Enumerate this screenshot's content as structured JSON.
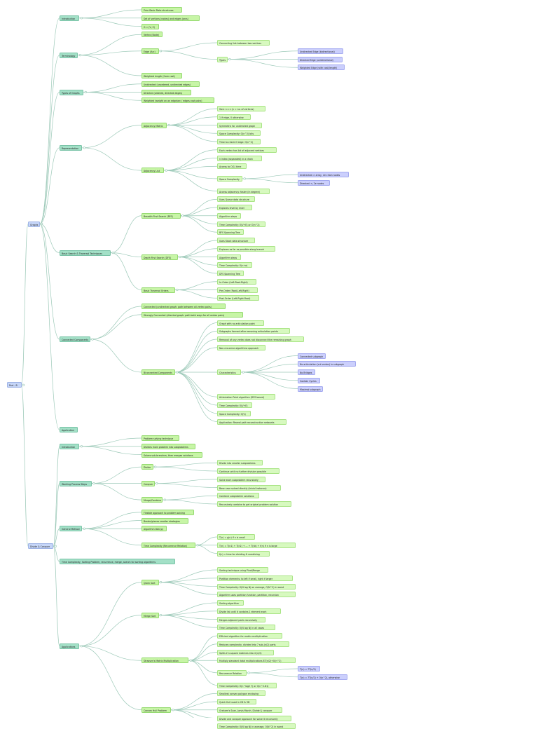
{
  "colors": {
    "edge": "#9cc9b8",
    "root": "#c6d6f8",
    "branch": "#a3e0c7",
    "leaf": "#c7f5a6",
    "deep": "#cbcffc"
  },
  "tree": {
    "label": "Part - B",
    "children": [
      {
        "label": "Graphs",
        "children": [
          {
            "label": "Introduction",
            "children": [
              {
                "label": "Prior Basic Data structures"
              },
              {
                "label": "Set of vertices (nodes) and edges (arcs)"
              },
              {
                "label": "G = (V, E)"
              }
            ]
          },
          {
            "label": "Terminology",
            "children": [
              {
                "label": "Vertex (Node)"
              },
              {
                "label": "Edge (Arc)",
                "children": [
                  {
                    "label": "Connecting link between two vertices"
                  },
                  {
                    "label": "Types",
                    "children": [
                      {
                        "label": "Undirected Edge (bidirectional)"
                      },
                      {
                        "label": "Directed Edge (unidirectional)"
                      },
                      {
                        "label": "Weighted Edge (with cost/length)"
                      }
                    ]
                  }
                ]
              },
              {
                "label": "Weighted length (from cost)"
              }
            ]
          },
          {
            "label": "Types of Graphs",
            "children": [
              {
                "label": "Undirected (unordered, undirected edges)"
              },
              {
                "label": "Directed (ordered, directed edges)"
              },
              {
                "label": "Weighted (weight on an edge/arc / edges cost pairs)"
              }
            ]
          },
          {
            "label": "Representation",
            "children": [
              {
                "label": "Adjacency Matrix",
                "children": [
                  {
                    "label": "Size: n x n (n = no. of vertices)"
                  },
                  {
                    "label": "1 if edge, 0 otherwise"
                  },
                  {
                    "label": "Symmetric for undirected graph"
                  },
                  {
                    "label": "Space Complexity: O(n^2) bits"
                  },
                  {
                    "label": "Time to check if edge: O(n^2)"
                  }
                ]
              },
              {
                "label": "Adjacency List",
                "children": [
                  {
                    "label": "Each vertex has list of adjacent vertices"
                  },
                  {
                    "label": "n index (separated) in a chain"
                  },
                  {
                    "label": "Access to O(1) time"
                  },
                  {
                    "label": "Space Complexity",
                    "children": [
                      {
                        "label": "Undirected: n array, 2e chain nodes"
                      },
                      {
                        "label": "Directed: n, 2e nodes"
                      }
                    ]
                  },
                  {
                    "label": "Access adjacency: faster (in degree)"
                  }
                ]
              }
            ]
          },
          {
            "label": "Basic Search & Traversal Techniques",
            "children": [
              {
                "label": "Breadth First Search (BFS)",
                "children": [
                  {
                    "label": "Uses Queue data structure"
                  },
                  {
                    "label": "Explores level by level"
                  },
                  {
                    "label": "Algorithm steps"
                  },
                  {
                    "label": "Time Complexity: O(V+E) or O(n^2)"
                  },
                  {
                    "label": "BFS Spanning Tree"
                  }
                ]
              },
              {
                "label": "Depth First Search (DFS)",
                "children": [
                  {
                    "label": "Uses Stack data structure"
                  },
                  {
                    "label": "Explores as far as possible along branch"
                  },
                  {
                    "label": "Algorithm steps"
                  },
                  {
                    "label": "Time Complexity: O(n+e)"
                  },
                  {
                    "label": "DFS Spanning Tree"
                  }
                ]
              },
              {
                "label": "Basic Traversal Orders",
                "children": [
                  {
                    "label": "In-Order (Left-Root-Right)"
                  },
                  {
                    "label": "Pre-Order (Root-Left-Right)"
                  },
                  {
                    "label": "Post-Order (Left-Right-Root)"
                  }
                ]
              }
            ]
          },
          {
            "label": "Connected Components",
            "children": [
              {
                "label": "Connected (undirected graph: path between all vertex pairs)"
              },
              {
                "label": "Strongly Connected (directed graph: path both ways for all vertex pairs)"
              },
              {
                "label": "Biconnected Components",
                "children": [
                  {
                    "label": "Graph with no articulation point"
                  },
                  {
                    "label": "Subgraphs formed after removing articulation points"
                  },
                  {
                    "label": "Removal of any vertex does not disconnect the remaining graph"
                  },
                  {
                    "label": "Non-recursive algorithms approach"
                  },
                  {
                    "label": "Characteristics",
                    "children": [
                      {
                        "label": "Connected subgraph"
                      },
                      {
                        "label": "No articulation (cut vertex) in subgraph"
                      },
                      {
                        "label": "No Bridges"
                      },
                      {
                        "label": "Contain Cycles"
                      },
                      {
                        "label": "Maximal subgraph"
                      }
                    ]
                  },
                  {
                    "label": "Articulation Point algorithm (DFS based)"
                  },
                  {
                    "label": "Time Complexity: O(V+E)"
                  },
                  {
                    "label": "Space Complexity: O(V)"
                  },
                  {
                    "label": "Application: Reveal path reconstruction networks"
                  }
                ]
              }
            ]
          },
          {
            "label": "Application"
          }
        ]
      },
      {
        "label": "Divide & Conquer",
        "children": [
          {
            "label": "Introduction",
            "children": [
              {
                "label": "Problem solving technique"
              },
              {
                "label": "Divides main problem into subproblems"
              },
              {
                "label": "Solves sub-branches, then merges solutions"
              }
            ]
          },
          {
            "label": "Working Process Steps",
            "children": [
              {
                "label": "Divide",
                "children": [
                  {
                    "label": "Divide into smaller subproblems"
                  },
                  {
                    "label": "Continue until no further division possible"
                  }
                ]
              },
              {
                "label": "Conquer",
                "children": [
                  {
                    "label": "Solve each subproblem recursively"
                  },
                  {
                    "label": "Base case solved directly (trivial instance)"
                  }
                ]
              },
              {
                "label": "Merge/Combine",
                "children": [
                  {
                    "label": "Combine subproblem solutions"
                  },
                  {
                    "label": "Recursively combine to get original problem solution"
                  }
                ]
              }
            ]
          },
          {
            "label": "General Method",
            "children": [
              {
                "label": "Flexible approach to problem solving"
              },
              {
                "label": "Breaks/pieces smaller strategies"
              },
              {
                "label": "Algorithm DAC(p)"
              },
              {
                "label": "Time Complexity (Recurrence Relation)",
                "children": [
                  {
                    "label": "T(n) = g(n) if n is small"
                  },
                  {
                    "label": "T(n) = T(n1) + T(n2) + ... + T(nk) + f(n) if n is large"
                  },
                  {
                    "label": "f(n) = time for dividing & combining"
                  }
                ]
              }
            ]
          },
          {
            "label": "Time Complexity, Sorting Problem, recurrence, merge, search for sorting algorithms"
          },
          {
            "label": "Applications",
            "children": [
              {
                "label": "Quick Sort",
                "children": [
                  {
                    "label": "Sorting technique using Pivot/Range"
                  },
                  {
                    "label": "Partition elements: to left if small, right if larger"
                  },
                  {
                    "label": "Time Complexity: O(N log N) on average, O(N^2) in worst"
                  },
                  {
                    "label": "Algorithm uses partition function, partition, recursion"
                  }
                ]
              },
              {
                "label": "Merge Sort",
                "children": [
                  {
                    "label": "Sorting algorithm"
                  },
                  {
                    "label": "Divide list until it contains 1 element each"
                  },
                  {
                    "label": "Merges adjacent parts recursively"
                  },
                  {
                    "label": "Time Complexity: O(N log N) in all cases"
                  }
                ]
              },
              {
                "label": "Strassen's Matrix Multiplication",
                "children": [
                  {
                    "label": "Efficient algorithm for matrix multiplication"
                  },
                  {
                    "label": "Reduces complexity, divided into 7 sub-(n/2) parts"
                  },
                  {
                    "label": "Splits 2 n-square matrices into 4 (n/2)"
                  },
                  {
                    "label": "Multiply standard: total multiplications 8T(n/2)+O(n^2)"
                  },
                  {
                    "label": "Recurrence Relation",
                    "children": [
                      {
                        "label": "T(n) = 7T(n/2)"
                      },
                      {
                        "label": "T(n) = 7T(n/2) + O(n^2), otherwise"
                      }
                    ]
                  },
                  {
                    "label": "Time Complexity: O(n^log2 7) or O(n^2.81)"
                  }
                ]
              },
              {
                "label": "Convex Hull Problem",
                "children": [
                  {
                    "label": "Smallest convex polygon enclosing"
                  },
                  {
                    "label": "Quick Hull used in 2D & 3D"
                  },
                  {
                    "label": "Graham's Scan, Jarvis March, Divide & conquer"
                  },
                  {
                    "label": "Divide and conquer approach for solve it recursively"
                  },
                  {
                    "label": "Time Complexity: O(N log N) in average, O(N^2) in worst"
                  }
                ]
              }
            ]
          }
        ]
      }
    ]
  }
}
